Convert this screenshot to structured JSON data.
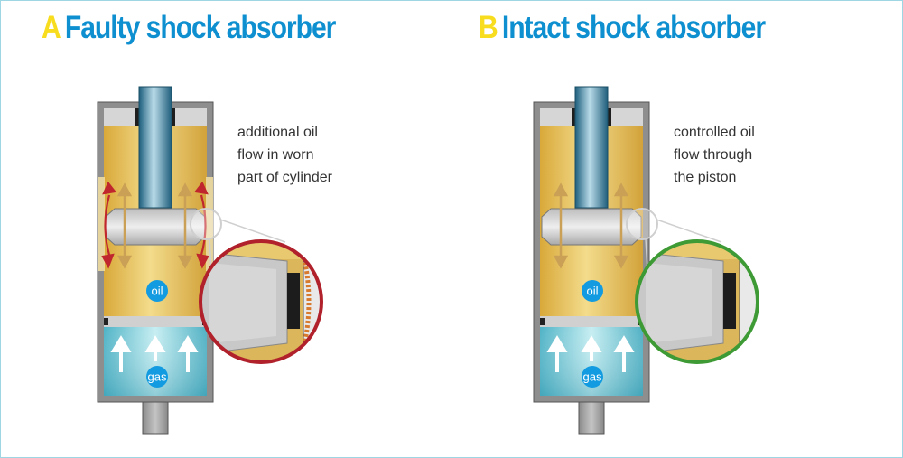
{
  "panels": [
    {
      "letter": "A",
      "title": "Faulty shock absorber",
      "annotation": [
        "additional oil",
        "flow in worn",
        "part of cylinder"
      ],
      "oil_label": "oil",
      "gas_label": "gas",
      "state": "faulty",
      "magnifier_color": "#b0212b"
    },
    {
      "letter": "B",
      "title": "Intact shock absorber",
      "annotation": [
        "controlled oil",
        "flow through",
        "the piston"
      ],
      "oil_label": "oil",
      "gas_label": "gas",
      "state": "intact",
      "magnifier_color": "#3d9a35"
    }
  ],
  "colors": {
    "title_letter": "#f7dd1e",
    "title_text": "#0e8fd0",
    "oil": "#e2b94a",
    "gas": "#57bccc",
    "badge": "#129be0",
    "leak_arrow": "#c0262d",
    "flow_arrow": "#c9a055"
  }
}
